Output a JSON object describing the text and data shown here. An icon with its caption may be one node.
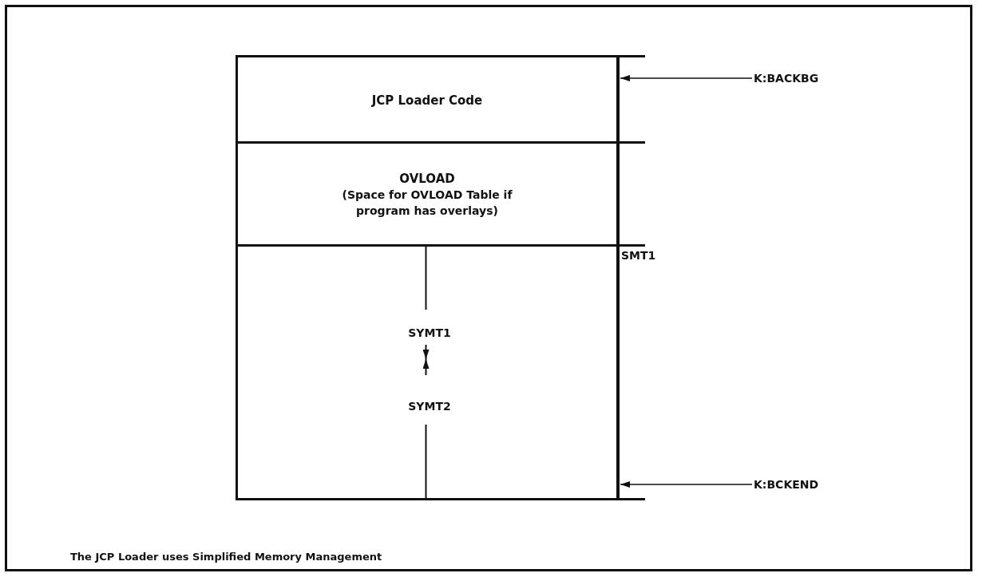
{
  "diagram": {
    "caption": "The JCP Loader uses Simplified Memory Management",
    "nodes": [
      {
        "text": [
          "JCP Loader Code"
        ]
      },
      {
        "text": [
          "OVLOAD",
          "(Space for OVLOAD Table if program has overlays)"
        ]
      },
      {
        "text": [],
        "shape": "box"
      },
      {
        "text": [
          "SYMT1"
        ],
        "in": 2
      },
      {
        "text": [
          "SYMT2"
        ],
        "in": 2
      },
      {
        "text": [
          "K:BACKBG"
        ]
      },
      {
        "text": [
          "K:BCKEND"
        ]
      }
    ],
    "edges": [
      {
        "from": 5,
        "to": 0,
        "arrow": "to"
      },
      {
        "from": 6,
        "to": 2,
        "arrow": "to"
      }
    ],
    "labels": [
      "SMT1"
    ]
  }
}
